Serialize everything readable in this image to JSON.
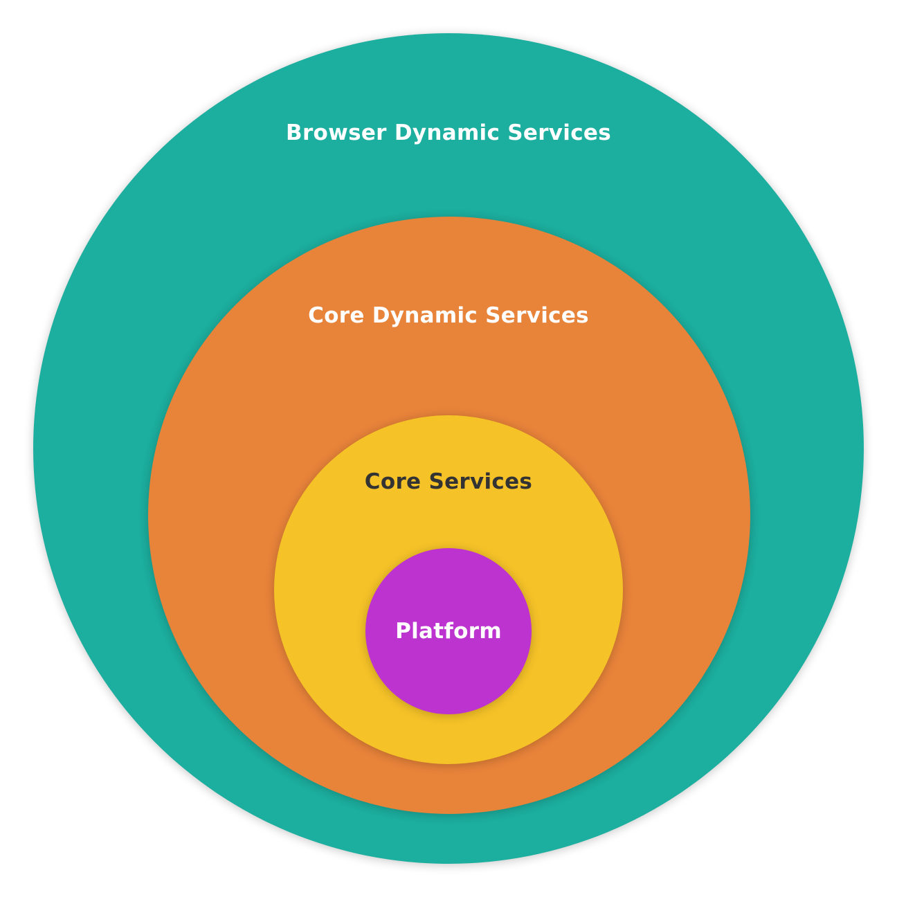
{
  "layers": {
    "browser_dynamic": {
      "label": "Browser Dynamic Services",
      "color": "#1cae9e",
      "text_color": "#ffffff"
    },
    "core_dynamic": {
      "label": "Core Dynamic Services",
      "color": "#e8833a",
      "text_color": "#ffffff"
    },
    "core_services": {
      "label": "Core Services",
      "color": "#f5c228",
      "text_color": "#333333"
    },
    "platform": {
      "label": "Platform",
      "color": "#bd33d0",
      "text_color": "#ffffff"
    }
  }
}
